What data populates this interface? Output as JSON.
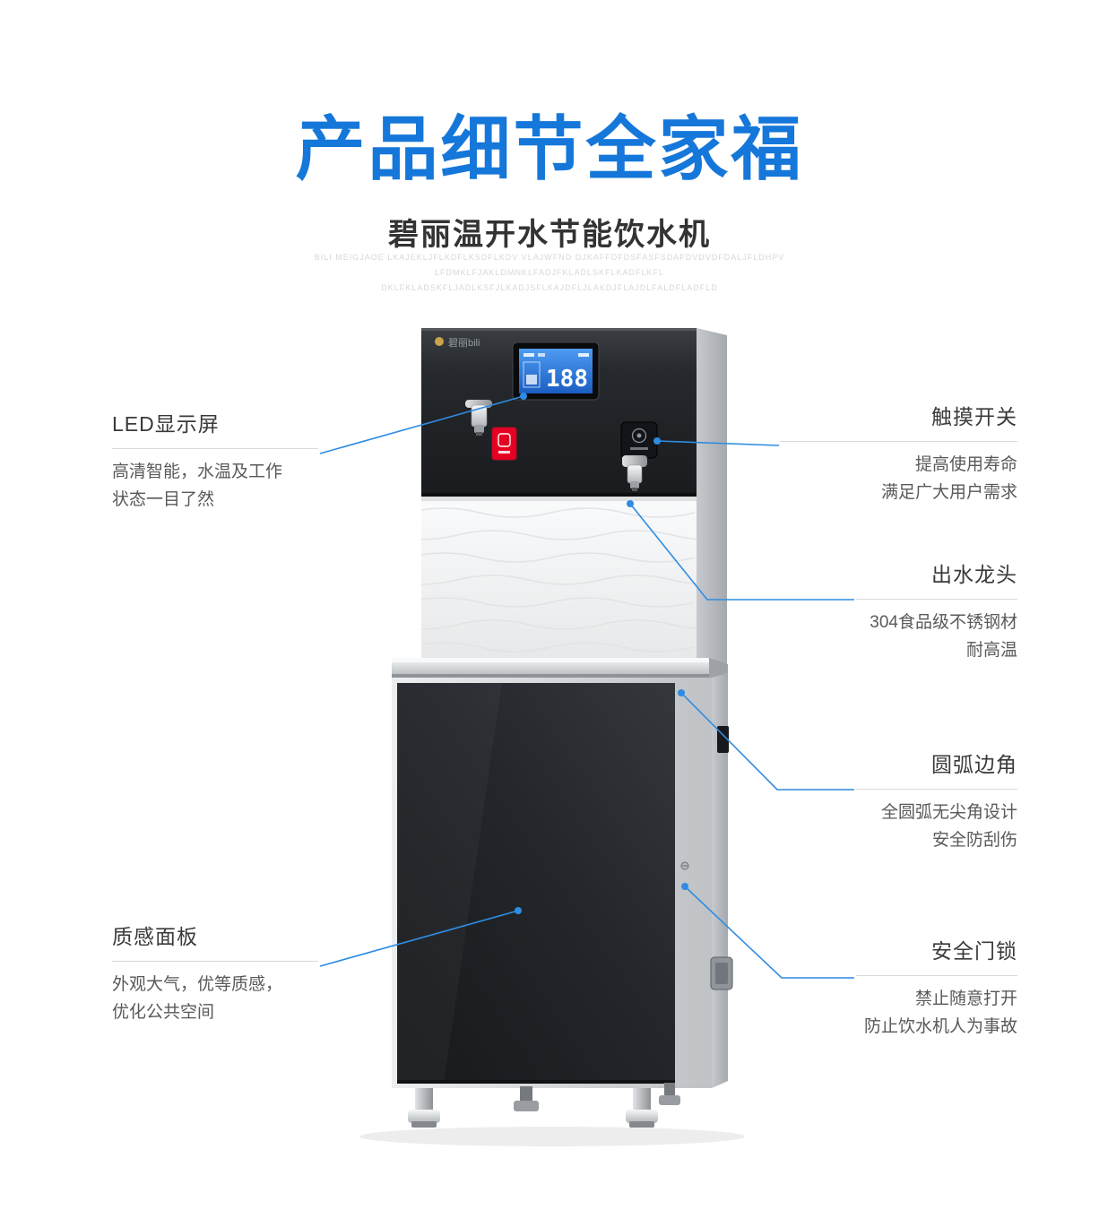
{
  "header": {
    "title": "产品细节全家福",
    "subtitle": "碧丽温开水节能饮水机",
    "watermark_lines": [
      "BILI MEIGJAOE LKAJEKLJFLKDFLKSDFLKDV VLAJWFND  DJKAFFDFDSFASFSDAFDVDVDFDALJFLDHPV",
      "LFDMKLFJAKLDMNKLFADJFKLADLSKFLKADFLKFL",
      "DKLFKLADSKFLJADLKSFJLKADJSFLKAJDFLJLAKDJFLAJDLFALDFLADFLD"
    ]
  },
  "machine": {
    "brand": "碧丽bili",
    "display_value": "188"
  },
  "callouts": [
    {
      "id": "led-display",
      "title": "LED显示屏",
      "desc": [
        "高清智能，水温及工作",
        "状态一目了然"
      ]
    },
    {
      "id": "touch-switch",
      "title": "触摸开关",
      "desc": [
        "提高使用寿命",
        "满足广大用户需求"
      ]
    },
    {
      "id": "water-faucet",
      "title": "出水龙头",
      "desc": [
        "304食品级不锈钢材",
        "耐高温"
      ]
    },
    {
      "id": "rounded-corner",
      "title": "圆弧边角",
      "desc": [
        "全圆弧无尖角设计",
        "安全防刮伤"
      ]
    },
    {
      "id": "texture-panel",
      "title": "质感面板",
      "desc": [
        "外观大气，优等质感，",
        "优化公共空间"
      ]
    },
    {
      "id": "safety-lock",
      "title": "安全门锁",
      "desc": [
        "禁止随意打开",
        "防止饮水机人为事故"
      ]
    }
  ],
  "colors": {
    "title_blue": "#1577d9",
    "callout_line_blue": "#2f8ce2",
    "button_red": "#e60023"
  }
}
